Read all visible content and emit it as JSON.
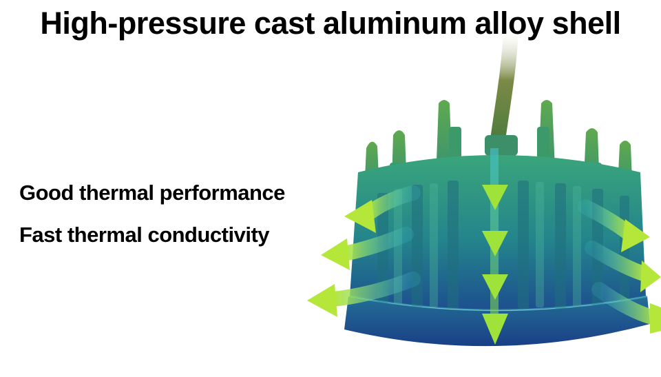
{
  "title": "High-pressure cast aluminum alloy shell",
  "features": [
    "Good thermal performance",
    "Fast thermal conductivity"
  ],
  "colors": {
    "shell_top": "#2f9e7a",
    "shell_bottom": "#1d4f8f",
    "arrow_green": "#a6e22e",
    "arrow_cyan": "#47c9d8",
    "cable": "#6f7f3a"
  },
  "icons": {
    "heat_flow_arrow": "arrow-icon"
  }
}
